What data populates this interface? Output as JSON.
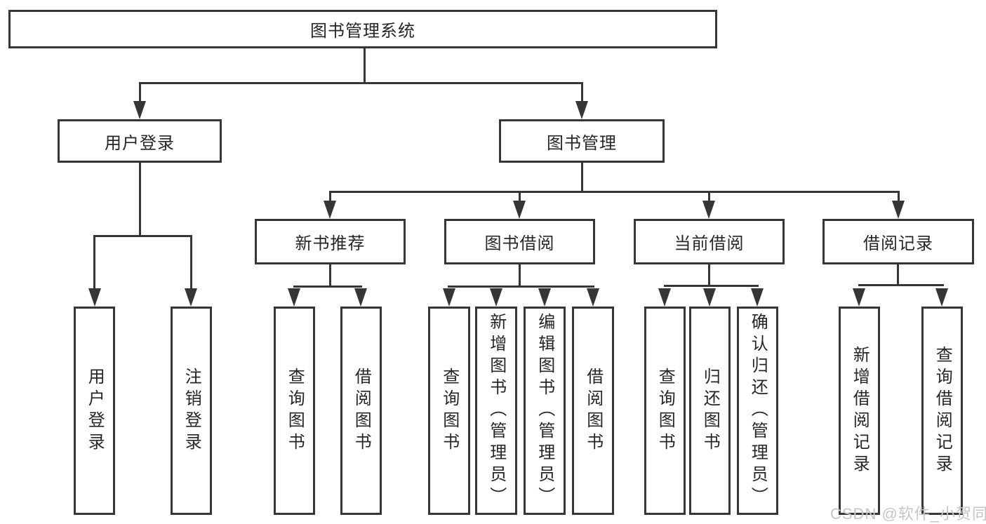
{
  "tree": {
    "root": "图书管理系统",
    "branches": [
      {
        "label": "用户登录",
        "children": [
          "用户登录",
          "注销登录"
        ]
      },
      {
        "label": "图书管理",
        "sections": [
          {
            "label": "新书推荐",
            "children": [
              "查询图书",
              "借阅图书"
            ]
          },
          {
            "label": "图书借阅",
            "children": [
              "查询图书",
              "新增图书（管理员）",
              "编辑图书（管理员）",
              "借阅图书"
            ]
          },
          {
            "label": "当前借阅",
            "children": [
              "查询图书",
              "归还图书",
              "确认归还（管理员）"
            ]
          },
          {
            "label": "借阅记录",
            "children": [
              "新增借阅记录",
              "查询借阅记录"
            ]
          }
        ]
      }
    ]
  },
  "watermark": "CSDN @软件_小贺同学",
  "colors": {
    "line": "#363636",
    "text": "#262626",
    "watermark": "#c6c6c6",
    "background": "#ffffff"
  }
}
